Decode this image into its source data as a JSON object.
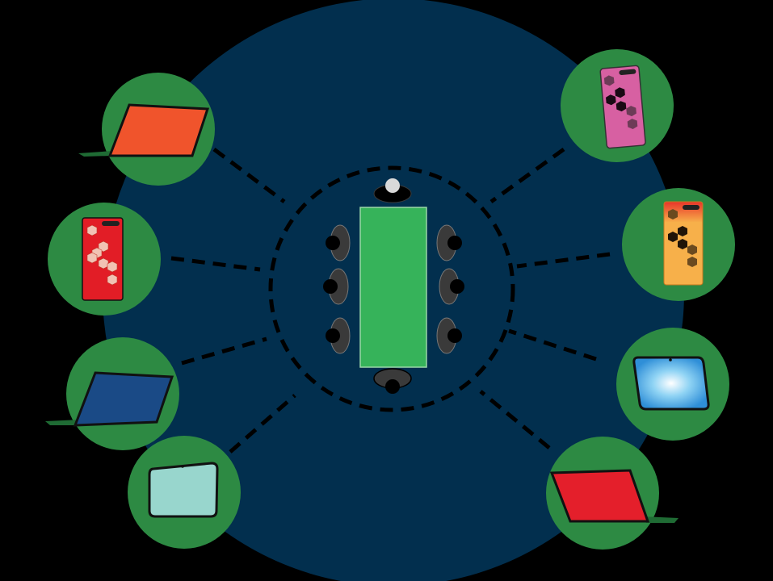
{
  "scene": {
    "background_color": "#000000",
    "hub_color": "#022f4e",
    "node_color": "#2d8a43",
    "table_color": "#36b35a",
    "chair_color": "#3a3a3a",
    "person_color": "#000000",
    "presenter_head_color": "#d9d9d9",
    "link_color": "#000000"
  },
  "devices": [
    {
      "id": "laptop-top-left",
      "kind": "laptop",
      "icon": "laptop-icon",
      "screen_color": "#f0542c"
    },
    {
      "id": "phone-left",
      "kind": "phone",
      "icon": "smartphone-icon",
      "body_color": "#e21d26",
      "hex_color": "#f1c2b4"
    },
    {
      "id": "laptop-left-lower",
      "kind": "laptop",
      "icon": "laptop-icon",
      "screen_color": "#1a4a86"
    },
    {
      "id": "tablet-bottom-left",
      "kind": "tablet",
      "icon": "tablet-icon",
      "screen_color": "#98d6cd"
    },
    {
      "id": "phone-top-right",
      "kind": "phone",
      "icon": "smartphone-icon",
      "body_color": "#d760a2",
      "hex_color": "#1a0a14"
    },
    {
      "id": "phone-right",
      "kind": "phone",
      "icon": "smartphone-icon",
      "body_color": "#f7b04a",
      "hex_color": "#201408"
    },
    {
      "id": "tablet-right",
      "kind": "tablet",
      "icon": "tablet-icon",
      "screen_color": "#48b2e8"
    },
    {
      "id": "laptop-bottom-right",
      "kind": "laptop",
      "icon": "laptop-icon",
      "screen_color": "#e41f2b"
    }
  ]
}
